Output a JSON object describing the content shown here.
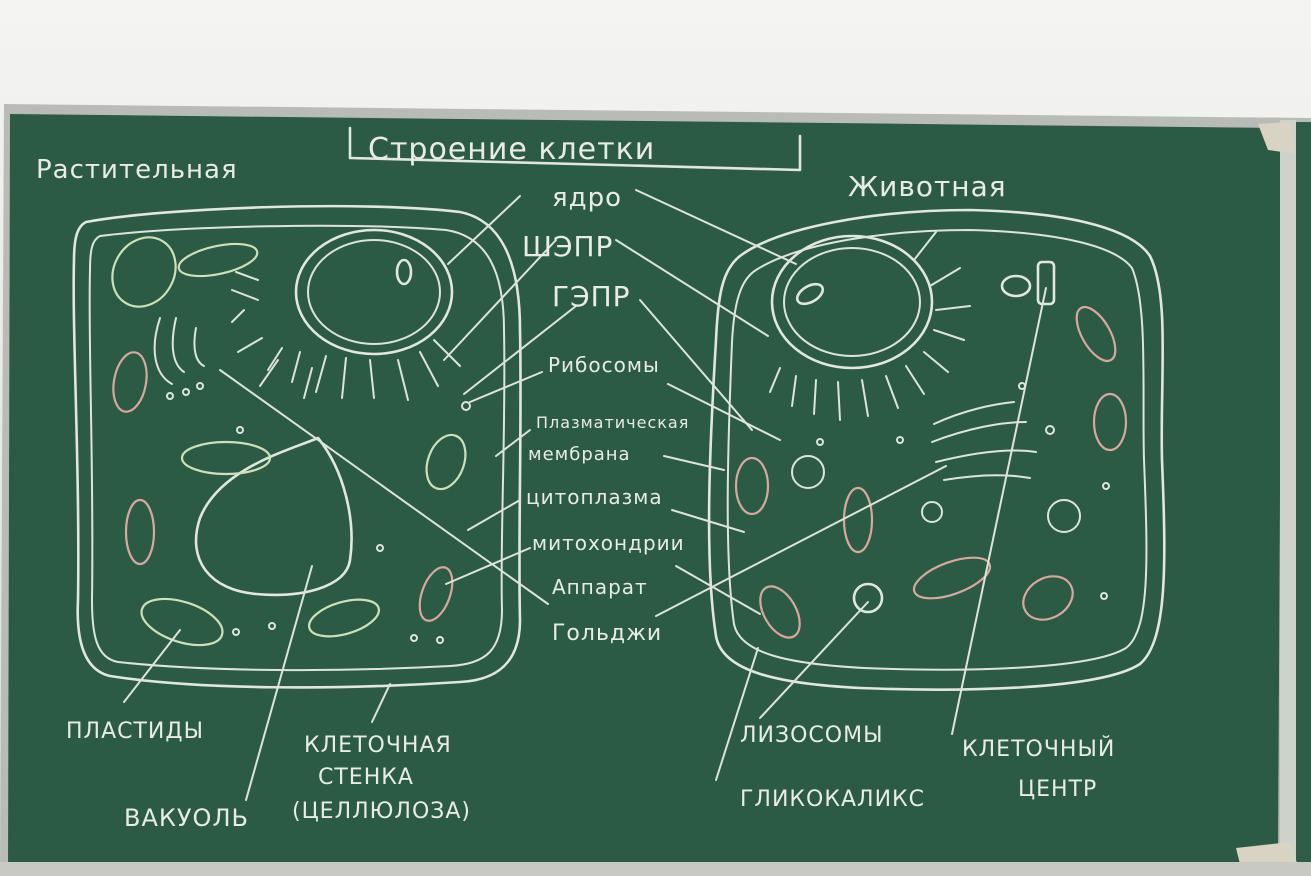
{
  "board": {
    "title": "Строение клетки",
    "left_heading": "Растительная",
    "right_heading": "Животная",
    "center_labels": [
      "ядро",
      "ШЭПР",
      "ГЭПР",
      "Рибосомы",
      "Плазматическая",
      "мембрана",
      "цитоплазма",
      "митохондрии",
      "Аппарат",
      "Гольджи"
    ],
    "plant_labels": {
      "plastids": "ПЛАСТИДЫ",
      "vacuole": "ВАКУОЛЬ",
      "wall_1": "КЛЕТОЧНАЯ",
      "wall_2": "СТЕНКА",
      "wall_3": "(ЦЕЛЛЮЛОЗА)"
    },
    "animal_labels": {
      "lysosomes": "ЛИЗОСОМЫ",
      "glycocalyx": "ГЛИКОКАЛИКС",
      "centre_1": "КЛЕТОЧНЫЙ",
      "centre_2": "ЦЕНТР"
    }
  },
  "colors": {
    "board": "#2c5b45",
    "chalk": "#e9ebe4",
    "frame": "#c9cbc4",
    "mito": "#d9a7a0",
    "plastid": "#cfe0b8"
  }
}
